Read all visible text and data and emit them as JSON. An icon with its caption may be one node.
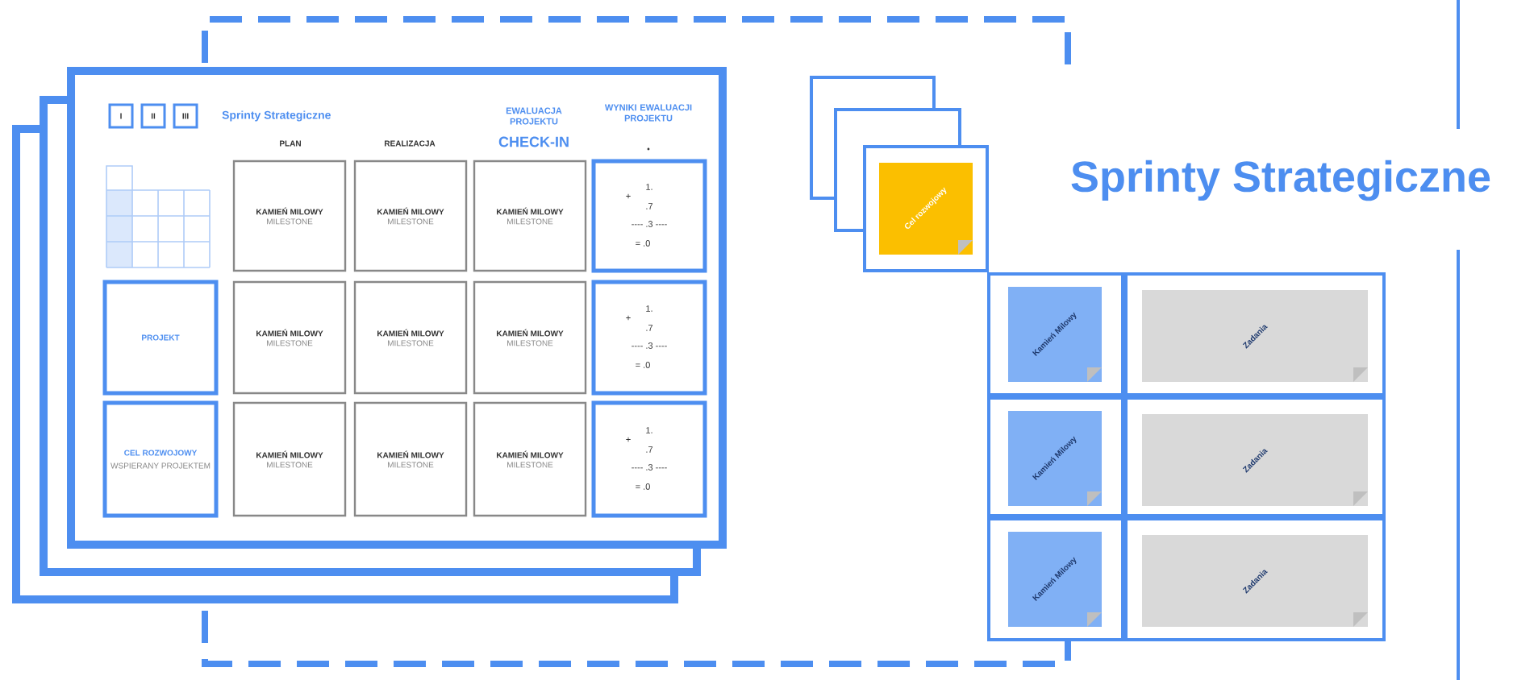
{
  "diagram": {
    "title": "Sprinty Strategiczne",
    "nodes": [
      {
        "text": [
          "Sprinty Strategiczne"
        ]
      },
      {
        "text": [
          "I"
        ],
        "in": 0
      },
      {
        "text": [
          "II"
        ],
        "in": 0
      },
      {
        "text": [
          "III"
        ],
        "in": 0
      },
      {
        "text": [
          "KAMIEŃ MILOWY",
          "MILESTONE"
        ],
        "in": 0
      },
      {
        "text": [
          "KAMIEŃ MILOWY",
          "MILESTONE"
        ],
        "in": 0
      },
      {
        "text": [
          "KAMIEŃ MILOWY",
          "MILESTONE"
        ],
        "in": 0
      },
      {
        "text": [
          "1.",
          "+",
          ".7",
          "---- .3 ----",
          "= .0"
        ],
        "in": 0
      },
      {
        "text": [
          "PROJEKT"
        ],
        "in": 0
      },
      {
        "text": [
          "KAMIEŃ MILOWY",
          "MILESTONE"
        ],
        "in": 0
      },
      {
        "text": [
          "KAMIEŃ MILOWY",
          "MILESTONE"
        ],
        "in": 0
      },
      {
        "text": [
          "KAMIEŃ MILOWY",
          "MILESTONE"
        ],
        "in": 0
      },
      {
        "text": [
          "1.",
          "+",
          ".7",
          "---- .3 ----",
          "= .0"
        ],
        "in": 0
      },
      {
        "text": [
          "CEL ROZWOJOWY",
          "WSPIERANY PROJEKTEM"
        ],
        "in": 0
      },
      {
        "text": [
          "KAMIEŃ MILOWY",
          "MILESTONE"
        ],
        "in": 0
      },
      {
        "text": [
          "KAMIEŃ MILOWY",
          "MILESTONE"
        ],
        "in": 0
      },
      {
        "text": [
          "KAMIEŃ MILOWY",
          "MILESTONE"
        ],
        "in": 0
      },
      {
        "text": [
          "1.",
          "+",
          ".7",
          "---- .3 ----",
          "= .0"
        ],
        "in": 0
      },
      {
        "text": [],
        "shape": "box"
      },
      {
        "text": [],
        "shape": "box"
      },
      {
        "text": [],
        "shape": "box"
      },
      {
        "text": [
          "Cel rozwojowy"
        ],
        "in": 20
      },
      {
        "text": [],
        "shape": "box"
      },
      {
        "text": [
          "Kamień Milowy"
        ],
        "in": 22
      },
      {
        "text": [],
        "shape": "box"
      },
      {
        "text": [
          "Zadania"
        ],
        "in": 24
      },
      {
        "text": [],
        "shape": "box"
      },
      {
        "text": [
          "Kamień Milowy"
        ],
        "in": 26
      },
      {
        "text": [],
        "shape": "box"
      },
      {
        "text": [
          "Zadania"
        ],
        "in": 28
      },
      {
        "text": [],
        "shape": "box"
      },
      {
        "text": [
          "Kamień Milowy"
        ],
        "in": 30
      },
      {
        "text": [],
        "shape": "box"
      },
      {
        "text": [
          "Zadania"
        ],
        "in": 32
      }
    ],
    "labels": [
      "EWALUACJA PROJEKTU",
      "WYNIKI EWALUACJI PROJEKTU",
      "PLAN",
      "REALIZACJA",
      "CHECK-IN",
      "•"
    ]
  }
}
